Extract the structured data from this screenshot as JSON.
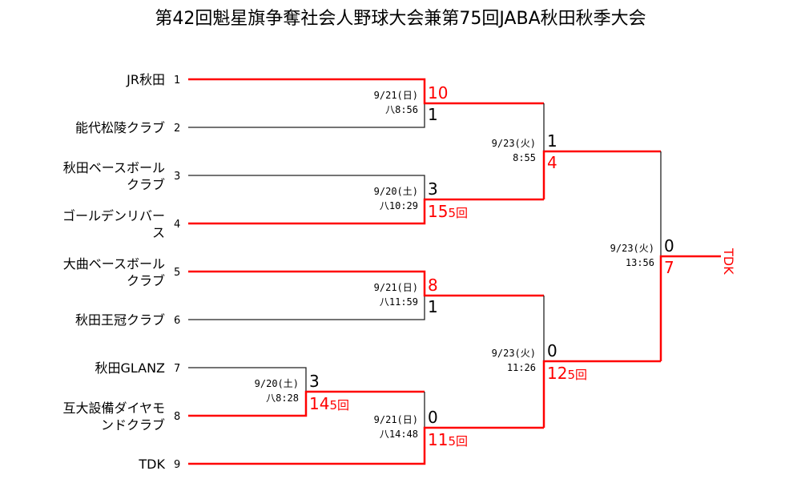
{
  "title": "第42回魁星旗争奪社会人野球大会兼第75回JABA秋田秋季大会",
  "teams": [
    {
      "seed": "1",
      "name": [
        "JR秋田"
      ]
    },
    {
      "seed": "2",
      "name": [
        "能代松陵クラブ"
      ]
    },
    {
      "seed": "3",
      "name": [
        "秋田ベースボール",
        "クラブ"
      ]
    },
    {
      "seed": "4",
      "name": [
        "ゴールデンリバー",
        "ス"
      ]
    },
    {
      "seed": "5",
      "name": [
        "大曲ベースボール",
        "クラブ"
      ]
    },
    {
      "seed": "6",
      "name": [
        "秋田王冠クラブ"
      ]
    },
    {
      "seed": "7",
      "name": [
        "秋田GLANZ"
      ]
    },
    {
      "seed": "8",
      "name": [
        "互大設備ダイヤモ",
        "ンドクラブ"
      ]
    },
    {
      "seed": "9",
      "name": [
        "TDK"
      ]
    }
  ],
  "matches": {
    "m1": {
      "date": "9/21(日)",
      "time": "八8:56",
      "upper": "10",
      "lower": "1",
      "lower_inn": ""
    },
    "m2": {
      "date": "9/20(土)",
      "time": "八10:29",
      "upper": "3",
      "lower": "15",
      "lower_inn": "5回"
    },
    "m3": {
      "date": "9/21(日)",
      "time": "八11:59",
      "upper": "8",
      "lower": "1"
    },
    "m4": {
      "date": "9/20(土)",
      "time": "八8:28",
      "upper": "3",
      "lower": "14",
      "lower_inn": "5回"
    },
    "m5": {
      "date": "9/21(日)",
      "time": "八14:48",
      "upper": "0",
      "lower": "11",
      "lower_inn": "5回"
    },
    "sf1": {
      "date": "9/23(火)",
      "time": "8:55",
      "upper": "1",
      "lower": "4"
    },
    "sf2": {
      "date": "9/23(火)",
      "time": "11:26",
      "upper": "0",
      "lower": "12",
      "lower_inn": "5回"
    },
    "final": {
      "date": "9/23(火)",
      "time": "13:56",
      "upper": "0",
      "lower": "7"
    }
  },
  "champion": "TDK",
  "colors": {
    "winner": "#ff0000",
    "line": "#222222"
  }
}
